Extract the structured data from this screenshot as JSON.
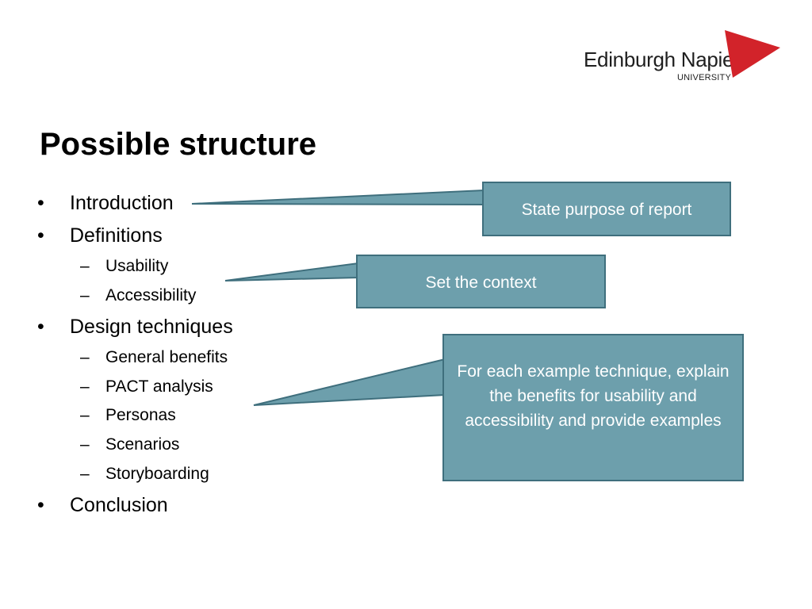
{
  "branding": {
    "university_name": "Edinburgh Napier",
    "university_sub": "UNIVERSITY",
    "logo_color": "#d2232a"
  },
  "slide": {
    "title": "Possible structure",
    "outline": [
      {
        "level": 1,
        "bullet": "•",
        "text": "Introduction"
      },
      {
        "level": 1,
        "bullet": "•",
        "text": "Definitions"
      },
      {
        "level": 2,
        "bullet": "–",
        "text": "Usability"
      },
      {
        "level": 2,
        "bullet": "–",
        "text": "Accessibility"
      },
      {
        "level": 1,
        "bullet": "•",
        "text": "Design techniques"
      },
      {
        "level": 2,
        "bullet": "–",
        "text": "General benefits"
      },
      {
        "level": 2,
        "bullet": "–",
        "text": "PACT analysis"
      },
      {
        "level": 2,
        "bullet": "–",
        "text": "Personas"
      },
      {
        "level": 2,
        "bullet": "–",
        "text": "Scenarios"
      },
      {
        "level": 2,
        "bullet": "–",
        "text": "Storyboarding"
      },
      {
        "level": 1,
        "bullet": "•",
        "text": "Conclusion"
      }
    ],
    "callouts": [
      {
        "text": "State purpose of report"
      },
      {
        "text": "Set the context"
      },
      {
        "text": "For each example technique, explain the benefits for usability and accessibility and provide examples"
      }
    ],
    "callout_fill": "#6d9fac",
    "callout_border": "#3f6f7d"
  }
}
